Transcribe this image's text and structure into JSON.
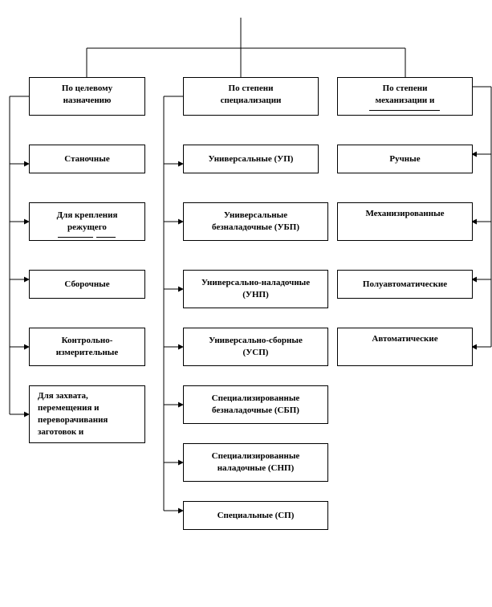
{
  "columns": [
    {
      "header": "По целевому\nназначению",
      "items": [
        "Станочные",
        "Для крепления\nрежущего",
        "Сборочные",
        "Контрольно-\nизмерительные",
        "Для захвата,\nперемещения и\nпереворачивания\nзаготовок и"
      ]
    },
    {
      "header": "По степени\nспециализации",
      "items": [
        "Универсальные (УП)",
        "Универсальные\nбезналадочные (УБП)",
        "Универсально-наладочные\n(УНП)",
        "Универсально-сборные\n(УСП)",
        "Специализированные\nбезналадочные (СБП)",
        "Специализированные\nналадочные (СНП)",
        "Специальные (СП)"
      ]
    },
    {
      "header": "По степени\nмеханизации и",
      "items": [
        "Ручные",
        "Механизированные",
        "Полуавтоматические",
        "Автоматические"
      ]
    }
  ]
}
